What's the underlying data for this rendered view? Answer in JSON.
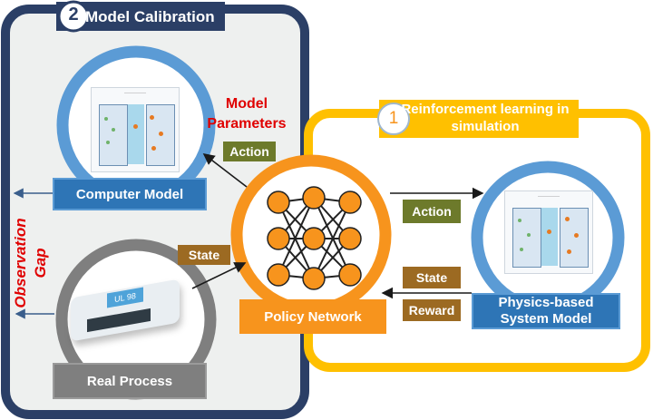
{
  "panels": {
    "calibration": {
      "number": "2",
      "title": "Model Calibration"
    },
    "reinforcement": {
      "number": "1",
      "title": "Reinforcement learning in simulation"
    }
  },
  "labels": {
    "model_parameters": "Model Parameters",
    "observation_gap": "Observation Gap",
    "computer_model": "Computer Model",
    "real_process": "Real Process",
    "policy_network": "Policy Network",
    "physics_model": "Physics-based System Model"
  },
  "tags": {
    "action_left": "Action",
    "state_left": "State",
    "action_right": "Action",
    "state_right": "State",
    "reward_right": "Reward"
  },
  "product_label": "UL 98",
  "colors": {
    "navy": "#2b3f66",
    "gold": "#ffc000",
    "orange": "#f7941d",
    "steel_blue": "#5b9bd5",
    "dark_blue": "#2e75b6",
    "olive": "#6d7a2b",
    "brown": "#9c6a22",
    "gray": "#7f7f7f",
    "red_text": "#e00000"
  }
}
